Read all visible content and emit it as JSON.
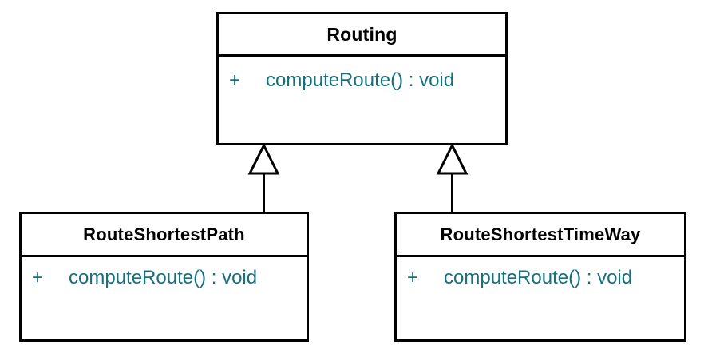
{
  "diagram": {
    "type": "uml-class-diagram",
    "background_color": "#ffffff",
    "line_color": "#000000",
    "class_name_color": "#000000",
    "member_text_color": "#16707e",
    "classes": [
      {
        "id": "routing",
        "name": "Routing",
        "role": "superclass",
        "members": [
          {
            "visibility": "+",
            "signature": "computeRoute() : void"
          }
        ]
      },
      {
        "id": "route-shortest-path",
        "name": "RouteShortestPath",
        "role": "subclass",
        "members": [
          {
            "visibility": "+",
            "signature": "computeRoute() : void"
          }
        ]
      },
      {
        "id": "route-shortest-time-way",
        "name": "RouteShortestTimeWay",
        "role": "subclass",
        "members": [
          {
            "visibility": "+",
            "signature": "computeRoute() : void"
          }
        ]
      }
    ],
    "relationships": [
      {
        "id": "generalization-left",
        "kind": "generalization",
        "source": "RouteShortestPath",
        "target": "Routing",
        "arrow": "hollow-triangle"
      },
      {
        "id": "generalization-right",
        "kind": "generalization",
        "source": "RouteShortestTimeWay",
        "target": "Routing",
        "arrow": "hollow-triangle"
      }
    ]
  }
}
